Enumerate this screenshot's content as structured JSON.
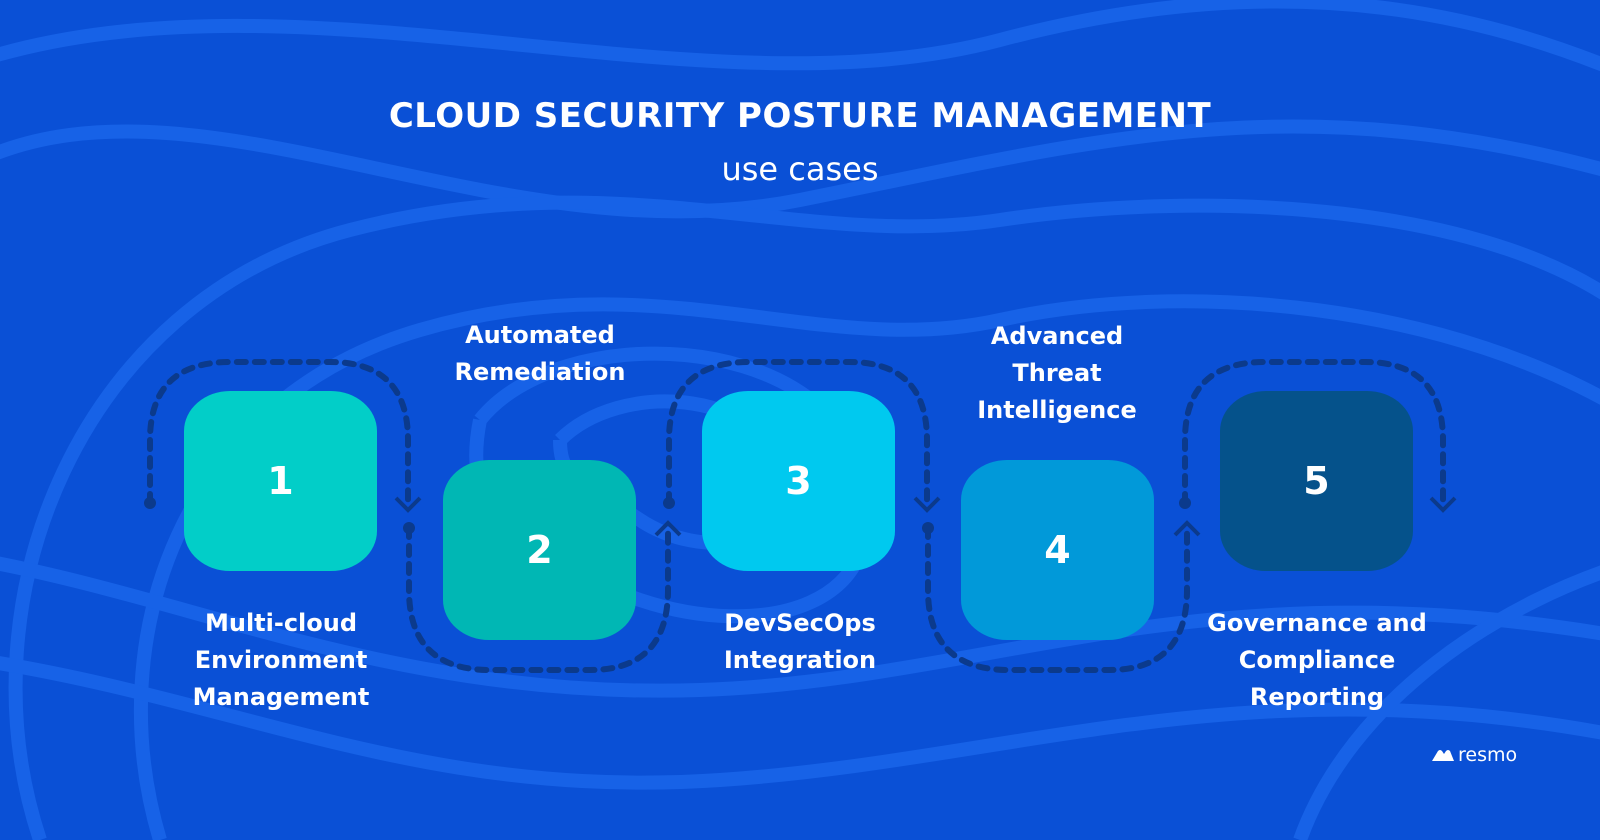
{
  "header": {
    "title": "CLOUD SECURITY POSTURE MANAGEMENT",
    "subtitle": "use cases"
  },
  "steps": [
    {
      "number": "1",
      "label": "Multi-cloud Environment Management",
      "color": "#02cec8"
    },
    {
      "number": "2",
      "label": "Automated Remediation",
      "color": "#00b7b4"
    },
    {
      "number": "3",
      "label": "DevSecOps Integration",
      "color": "#00c9ef"
    },
    {
      "number": "4",
      "label": "Advanced Threat Intelligence",
      "color": "#0199d9"
    },
    {
      "number": "5",
      "label": "Governance and Compliance Reporting",
      "color": "#05528b"
    }
  ],
  "brand": {
    "name": "resmo"
  }
}
